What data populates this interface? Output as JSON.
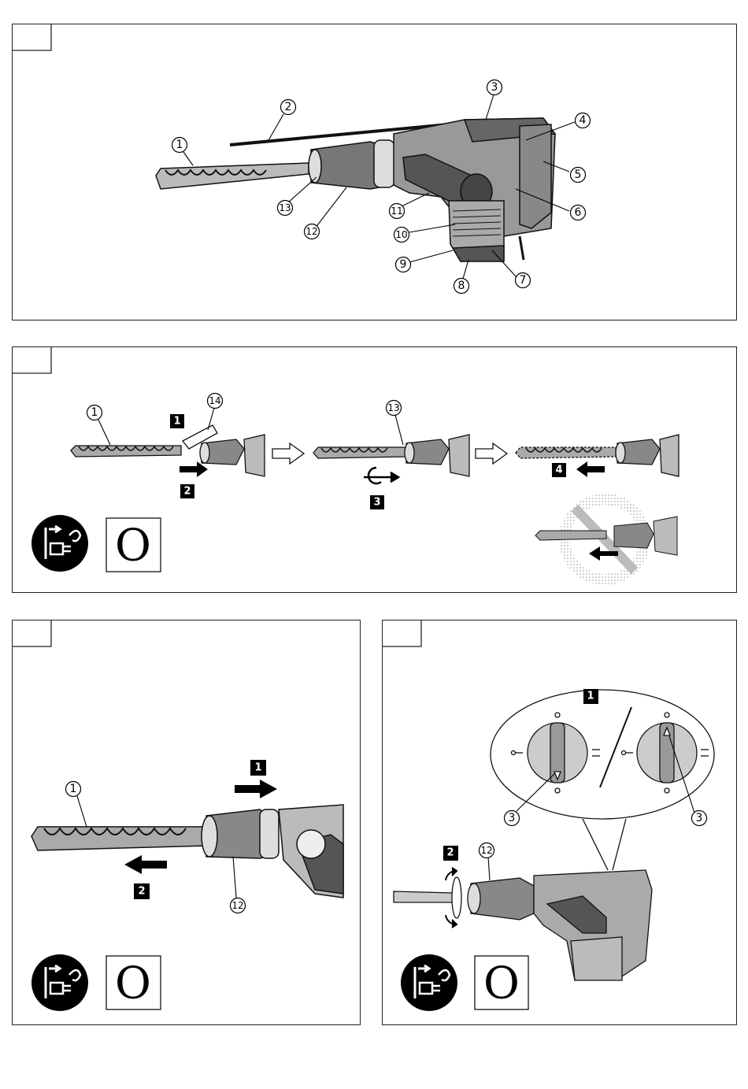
{
  "panel1": {
    "callouts": [
      "1",
      "2",
      "3",
      "4",
      "5",
      "6",
      "7",
      "8",
      "9",
      "10",
      "11",
      "12",
      "13"
    ]
  },
  "panel2": {
    "steps": [
      "1",
      "2",
      "3",
      "4"
    ],
    "callouts": {
      "bit": "1",
      "grease": "14",
      "chuck": "13"
    },
    "off_symbol": "O"
  },
  "panel3": {
    "steps": [
      "1",
      "2"
    ],
    "callouts": {
      "bit": "1",
      "sleeve": "12"
    },
    "off_symbol": "O"
  },
  "panel4": {
    "steps": [
      "1",
      "2"
    ],
    "callouts": {
      "knob_left": "3",
      "knob_right": "3",
      "sleeve": "12"
    },
    "off_symbol": "O"
  }
}
